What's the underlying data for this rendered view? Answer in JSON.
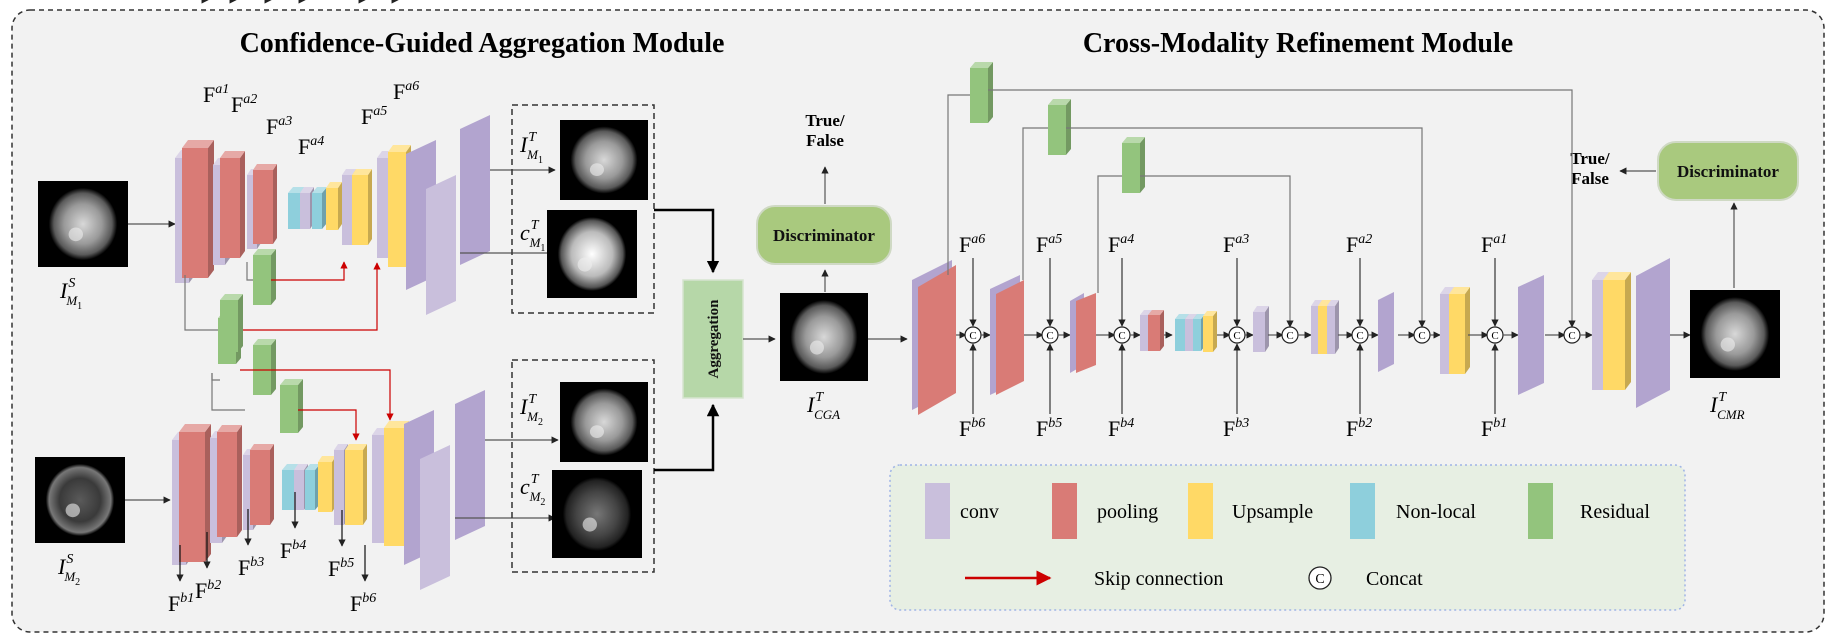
{
  "titles": {
    "left": "Confidence-Guided Aggregation Module",
    "right": "Cross-Modality Refinement Module"
  },
  "inputs": {
    "m1": {
      "base": "I",
      "sup": "S",
      "sub": "M",
      "subsub": "1"
    },
    "m2": {
      "base": "I",
      "sup": "S",
      "sub": "M",
      "subsub": "2"
    }
  },
  "outputs": {
    "i_m1": {
      "base": "I",
      "sup": "T",
      "sub": "M",
      "subsub": "1"
    },
    "c_m1": {
      "base": "c",
      "sup": "T",
      "sub": "M",
      "subsub": "1"
    },
    "i_m2": {
      "base": "I",
      "sup": "T",
      "sub": "M",
      "subsub": "2"
    },
    "c_m2": {
      "base": "c",
      "sup": "T",
      "sub": "M",
      "subsub": "2"
    },
    "cga": {
      "base": "I",
      "sup": "T",
      "sub": "CGA"
    },
    "cmr": {
      "base": "I",
      "sup": "T",
      "sub": "CMR"
    }
  },
  "features_a": [
    "a1",
    "a2",
    "a3",
    "a4",
    "a5",
    "a6"
  ],
  "features_b": [
    "b1",
    "b2",
    "b3",
    "b4",
    "b5",
    "b6"
  ],
  "feature_base": "F",
  "aggregation_label": "Aggregation",
  "discriminator_label": "Discriminator",
  "true_false": {
    "line1": "True/",
    "line2": "False"
  },
  "concat_symbol": "C",
  "legend": {
    "conv": "conv",
    "pooling": "pooling",
    "upsample": "Upsample",
    "nonlocal": "Non-local",
    "residual": "Residual",
    "skip": "Skip connection",
    "concat": "Concat"
  },
  "colors": {
    "conv": "#c9bfdc",
    "conv_dark": "#b2a4cf",
    "pooling": "#d97b76",
    "upsample": "#ffd966",
    "nonlocal": "#8ecfdc",
    "residual": "#93c47d",
    "skip": "#cc0000",
    "disc_fill": "#a9c97e",
    "agg_fill": "#b6d7a8",
    "legend_bg": "#e7efe3"
  }
}
